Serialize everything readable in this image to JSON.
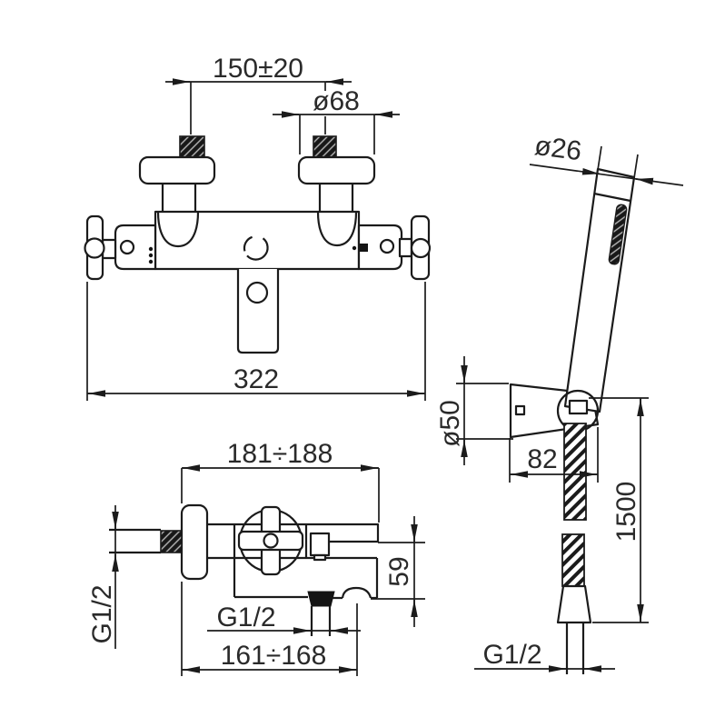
{
  "drawing": {
    "front_view": {
      "inlet_spacing": "150±20",
      "flange_diameter": "ø68",
      "overall_width": "322"
    },
    "side_view": {
      "depth": "181÷188",
      "spout_drop": "59",
      "inlet_thread": "G1/2",
      "outlet_thread": "G1/2",
      "spout_reach": "161÷168"
    },
    "shower_view": {
      "handle_diameter": "ø26",
      "holder_diameter": "ø50",
      "holder_depth": "82",
      "hose_length": "1500",
      "hose_thread": "G1/2"
    }
  }
}
